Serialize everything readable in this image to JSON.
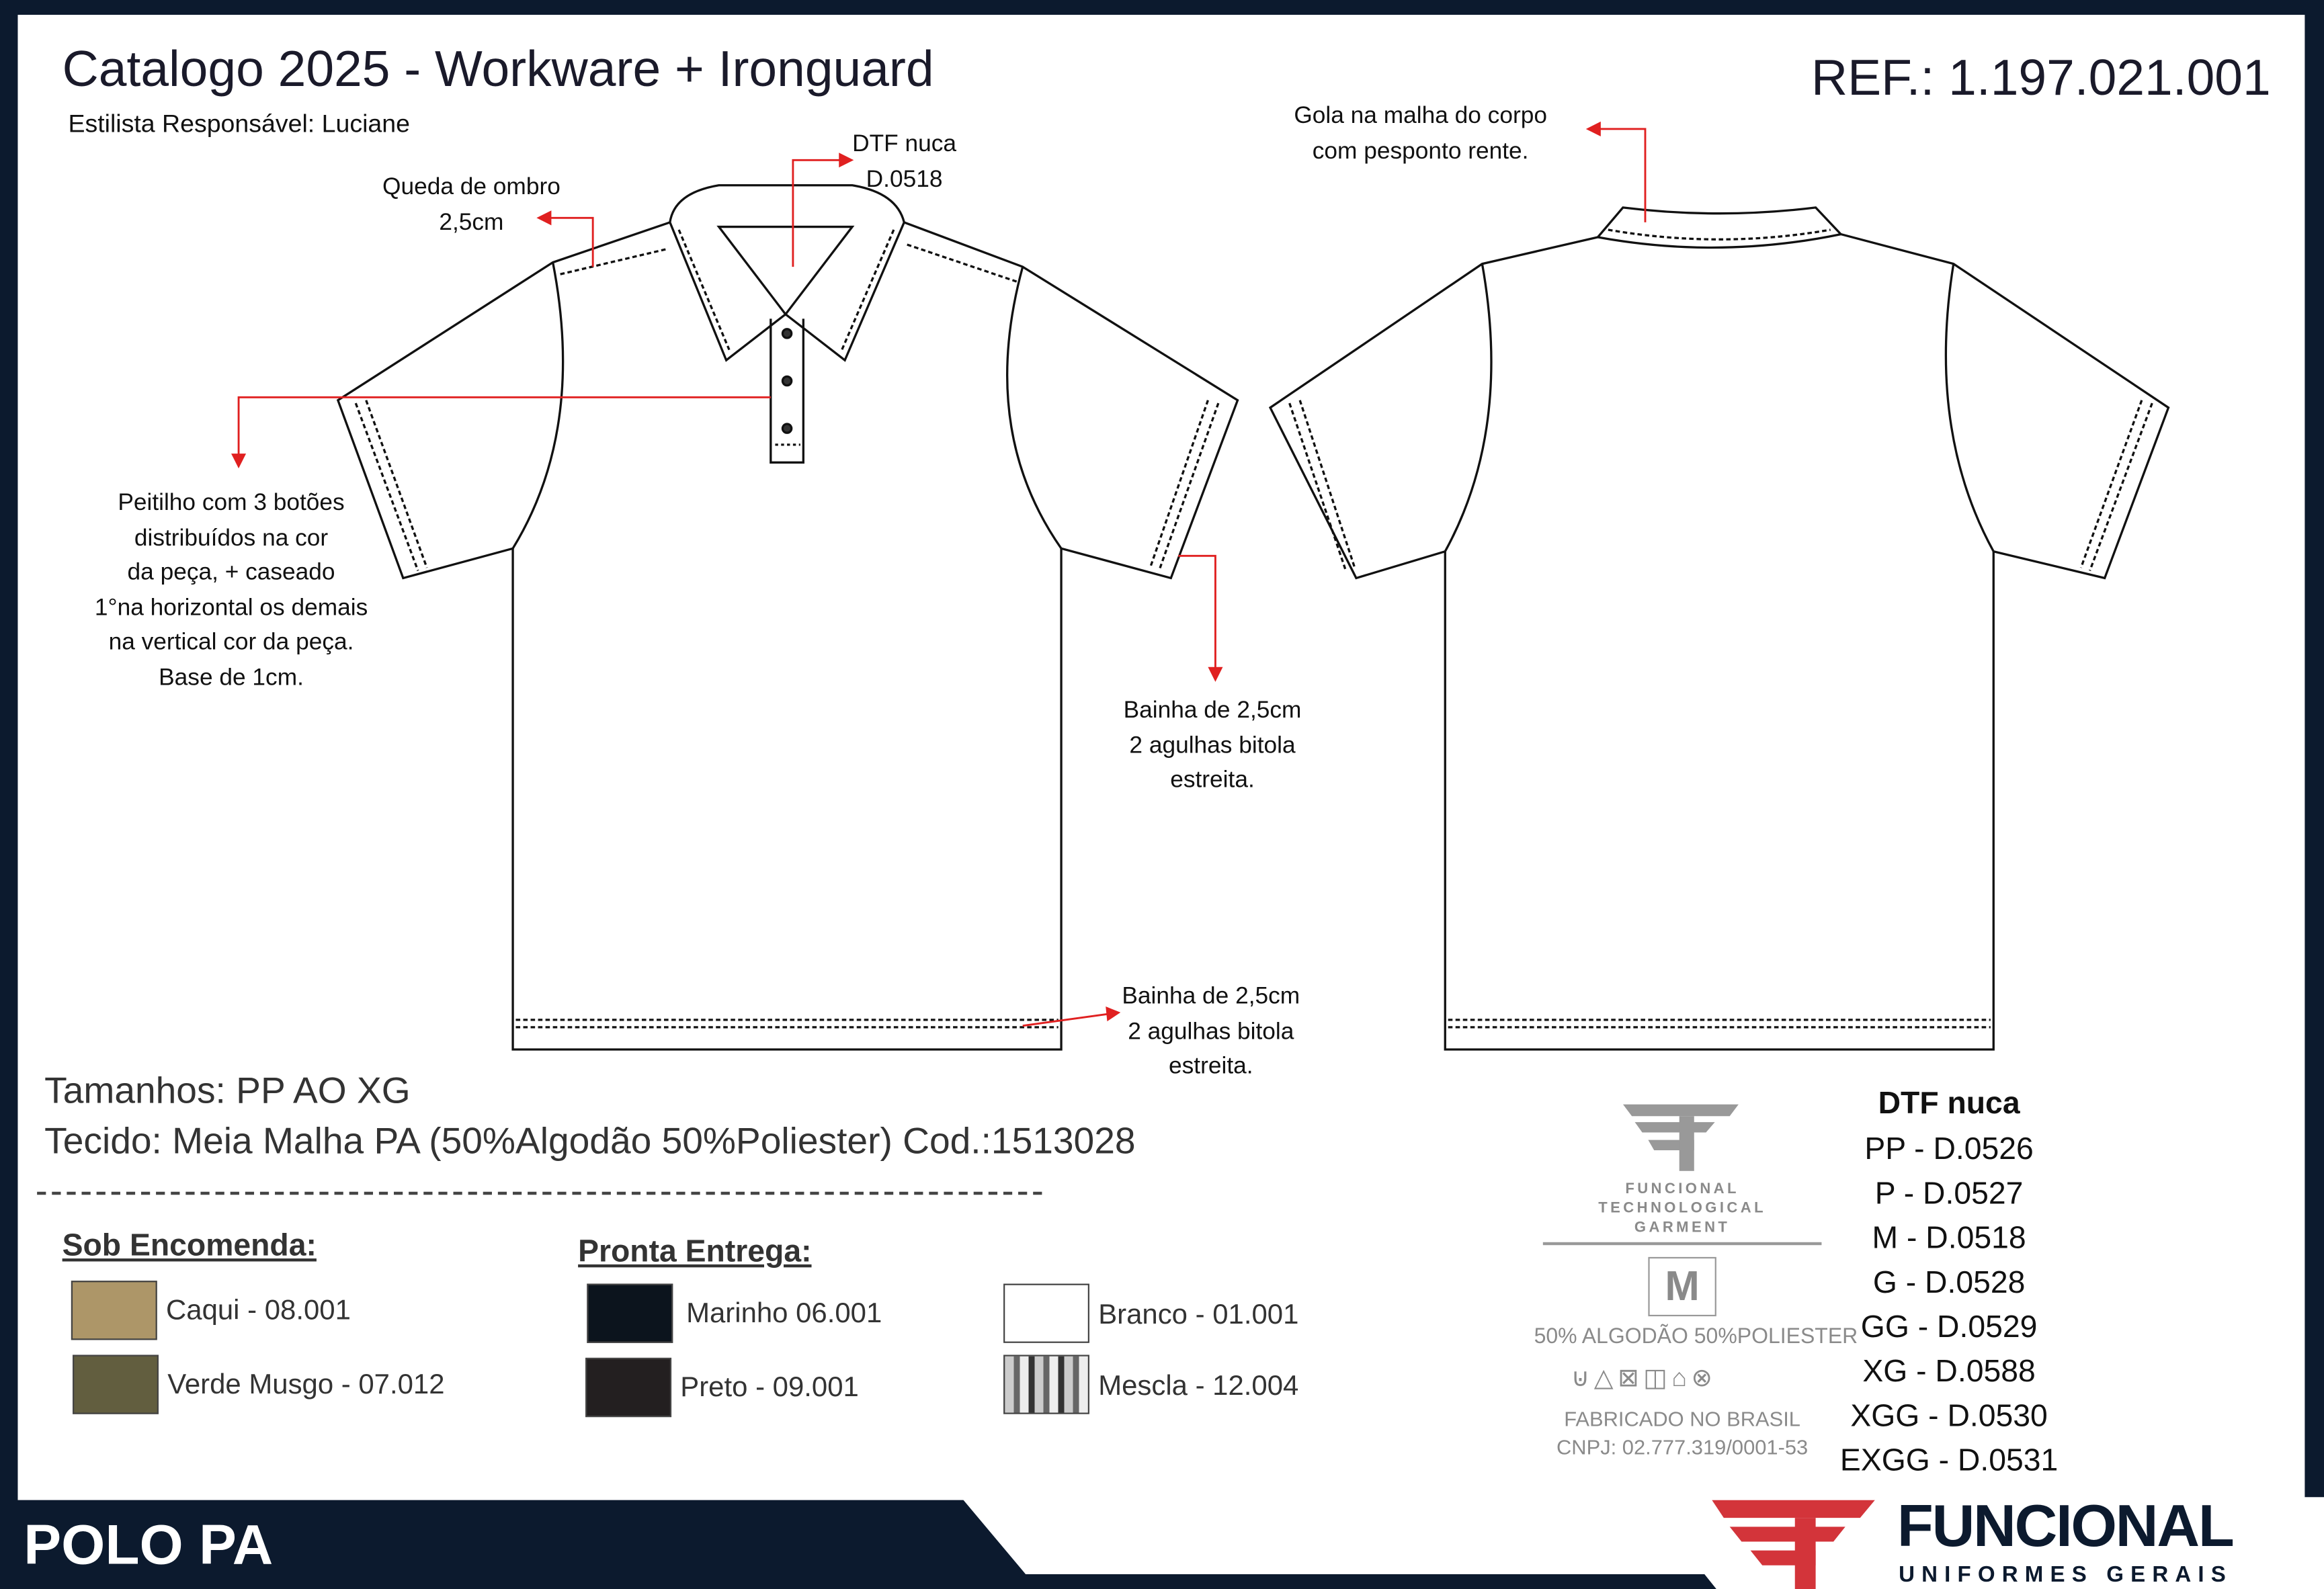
{
  "header": {
    "title": "Catalogo 2025 - Workware + Ironguard",
    "stylist": "Estilista Responsável: Luciane",
    "ref": "REF.: 1.197.021.001"
  },
  "annotations": {
    "dtf_nuca": [
      "DTF nuca",
      "D.0518"
    ],
    "shoulder": [
      "Queda de ombro",
      "2,5cm"
    ],
    "collar_back": [
      "Gola na malha do corpo",
      "com pesponto rente."
    ],
    "placket": [
      "Peitilho com 3 botões",
      "distribuídos na cor",
      "da peça, + caseado",
      "1°na horizontal os demais",
      "na vertical cor da peça.",
      "Base de 1cm."
    ],
    "sleeve_hem": [
      "Bainha de 2,5cm",
      "2 agulhas bitola",
      "estreita."
    ],
    "body_hem": [
      "Bainha de 2,5cm",
      "2 agulhas bitola",
      "estreita."
    ]
  },
  "specs": {
    "sizes": "Tamanhos: PP AO XG",
    "fabric": "Tecido: Meia Malha PA (50%Algodão 50%Poliester) Cod.:1513028"
  },
  "colors": {
    "sob_encomenda_title": "Sob Encomenda:",
    "sob_encomenda": [
      {
        "label": "Caqui - 08.001",
        "hex": "#ad9668"
      },
      {
        "label": "Verde Musgo - 07.012",
        "hex": "#625e3f"
      }
    ],
    "pronta_entrega_title": "Pronta Entrega:",
    "pronta_entrega": [
      {
        "label": "Marinho 06.001",
        "hex": "#0c141d"
      },
      {
        "label": "Preto - 09.001",
        "hex": "#231f20"
      },
      {
        "label": "Branco - 01.001",
        "hex": "#ffffff"
      },
      {
        "label": "Mescla - 12.004",
        "hex": "#9a9a9a"
      }
    ]
  },
  "label_tag": {
    "brand_lines": [
      "FUNCIONAL",
      "TECHNOLOGICAL",
      "GARMENT"
    ],
    "size": "M",
    "composition": "50% ALGODÃO 50%POLIESTER",
    "made_in": "FABRICADO NO BRASIL",
    "cnpj": "CNPJ: 02.777.319/0001-53"
  },
  "dtf_table": {
    "title": "DTF nuca",
    "rows": [
      "PP - D.0526",
      "P - D.0527",
      "M - D.0518",
      "G - D.0528",
      "GG - D.0529",
      "XG - D.0588",
      "XGG - D.0530",
      "EXGG - D.0531"
    ]
  },
  "footer": {
    "product": "POLO PA",
    "brand": "FUNCIONAL",
    "brand_sub": "UNIFORMES GERAIS"
  },
  "theme": {
    "navy": "#0c1a2e",
    "red": "#d3343a"
  }
}
